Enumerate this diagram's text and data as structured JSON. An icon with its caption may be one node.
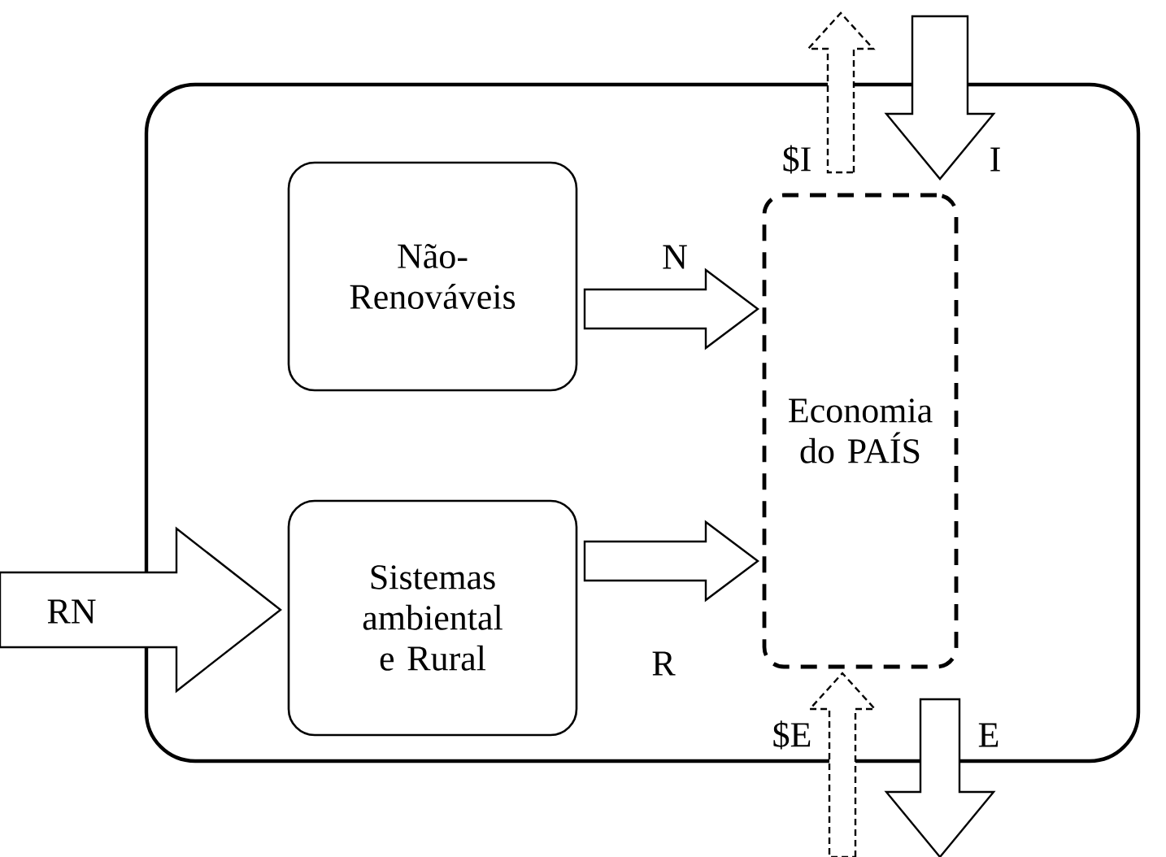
{
  "diagram": {
    "nodes": [
      {
        "text": [],
        "shape": "box"
      },
      {
        "text": [
          "Não-Renováveis"
        ],
        "in": 0
      },
      {
        "text": [
          "Sistemas ambiental e Rural"
        ],
        "in": 0
      },
      {
        "text": [
          "Economia do PAÍS"
        ],
        "in": 0
      }
    ],
    "edges": [
      {
        "from": null,
        "to": 2,
        "arrow": "to",
        "label": "RN"
      },
      {
        "from": 1,
        "to": 3,
        "arrow": "to",
        "label": "N"
      },
      {
        "from": 2,
        "to": 3,
        "arrow": "to",
        "label": "R"
      },
      {
        "from": null,
        "to": 3,
        "arrow": "to",
        "label": "I"
      },
      {
        "from": 3,
        "to": null,
        "arrow": "to",
        "label": "$I",
        "style": "dashed"
      },
      {
        "from": 3,
        "to": null,
        "arrow": "to",
        "label": "E"
      },
      {
        "from": null,
        "to": 3,
        "arrow": "to",
        "label": "$E",
        "style": "dashed"
      }
    ]
  }
}
